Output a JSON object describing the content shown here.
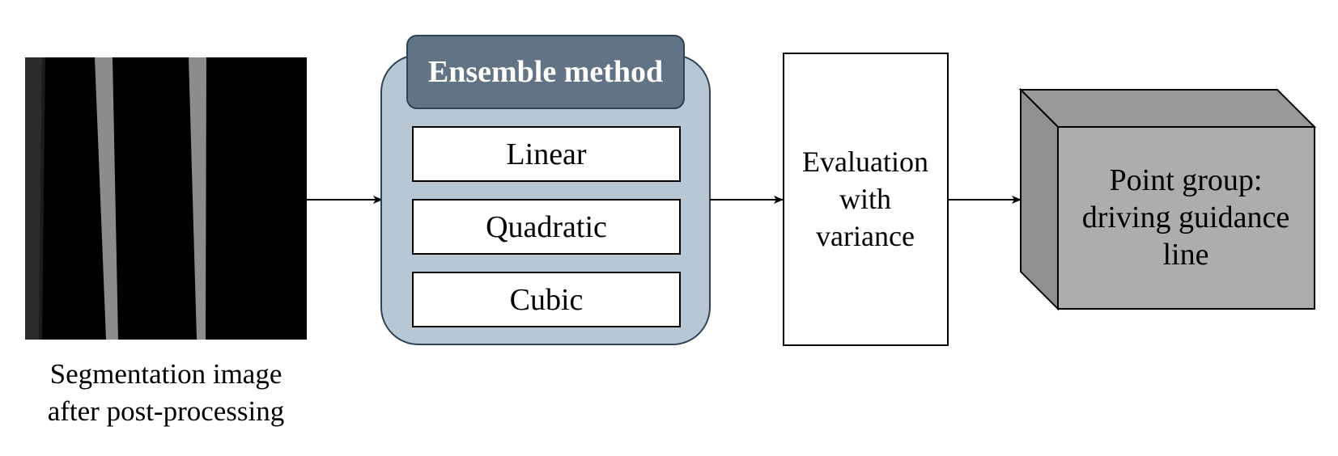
{
  "segmentation": {
    "caption_lines": [
      "Segmentation image",
      "after post-processing"
    ]
  },
  "ensemble": {
    "title": "Ensemble method",
    "methods": [
      "Linear",
      "Quadratic",
      "Cubic"
    ]
  },
  "evaluation": {
    "lines": [
      "Evaluation",
      "with",
      "variance"
    ]
  },
  "output": {
    "lines": [
      "Point group:",
      "driving guidance",
      "line"
    ]
  },
  "colors": {
    "ensemble_fill": "#b8c7d4",
    "ensemble_title_fill": "#627385",
    "ensemble_stroke": "#2e4357",
    "cube_front": "#adadad",
    "cube_side": "#8f8f8f",
    "cube_top": "#999999",
    "image_background": "#000000",
    "lane_gray": "#8c8c8c"
  }
}
